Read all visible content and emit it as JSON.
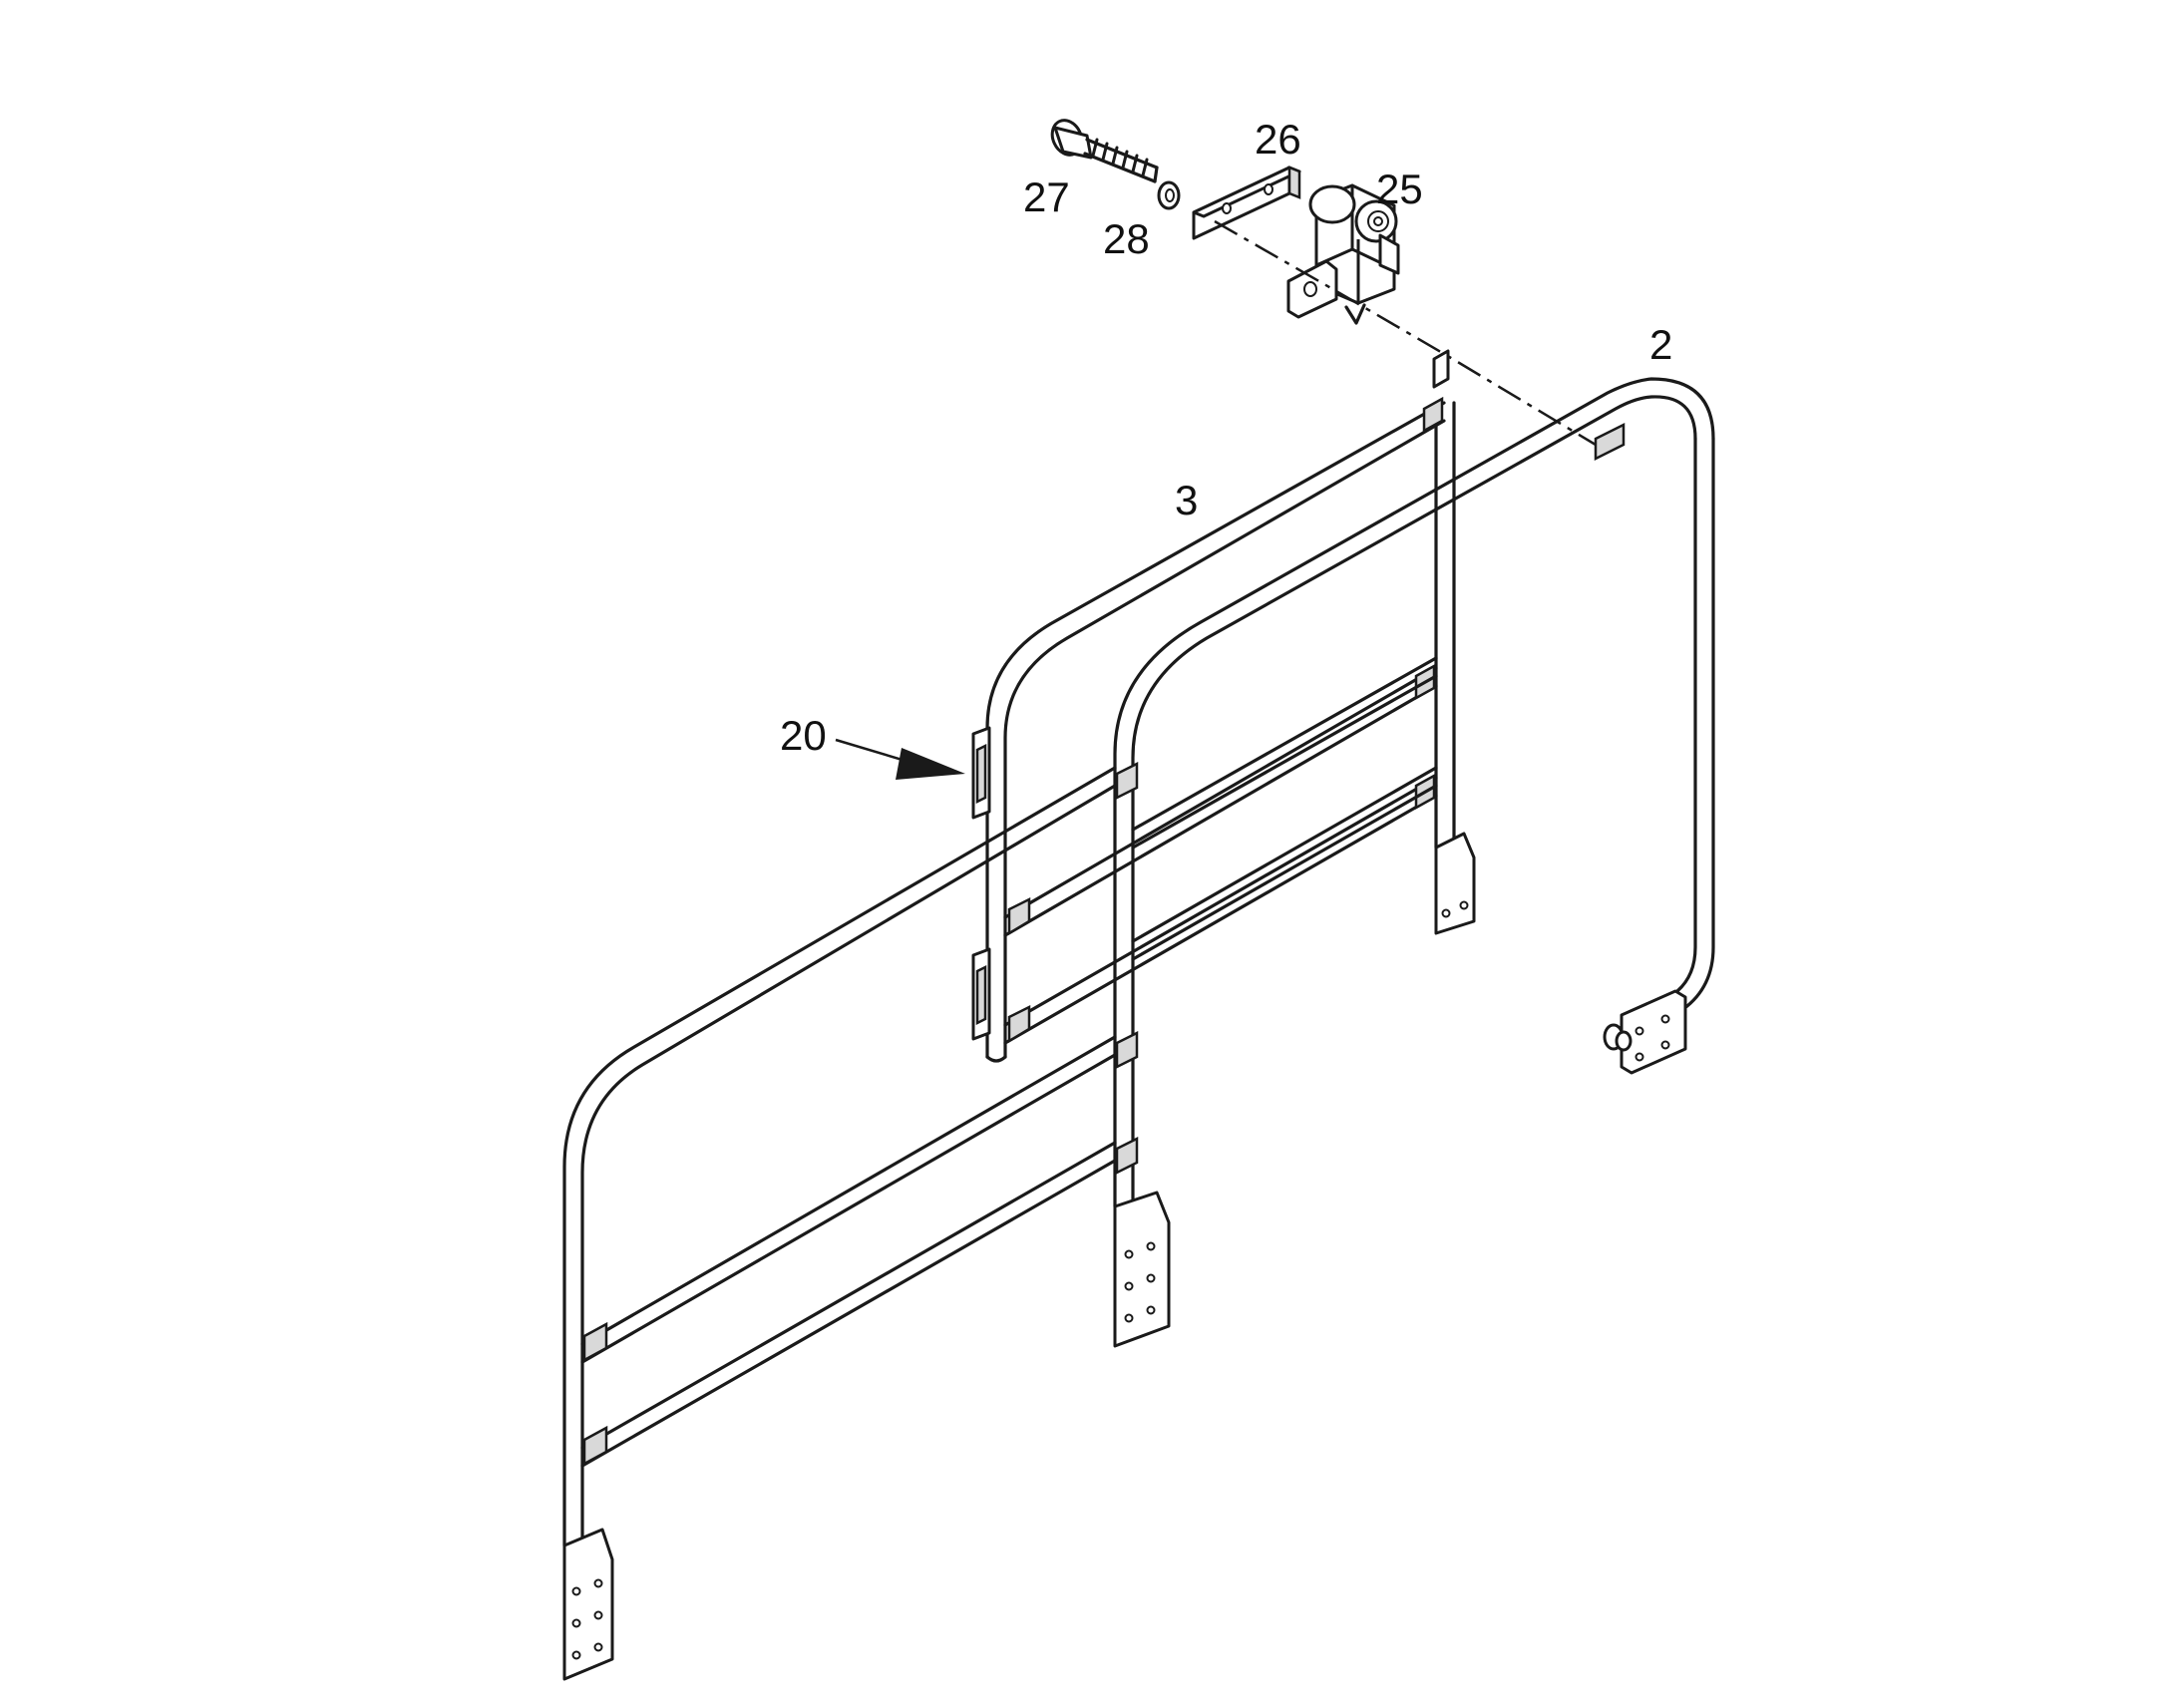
{
  "callouts": {
    "c27": "27",
    "c28": "28",
    "c26": "26",
    "c25": "25",
    "c2": "2",
    "c3": "3",
    "c20": "20"
  },
  "colors": {
    "line": "#1a1a1a",
    "background": "#ffffff"
  }
}
